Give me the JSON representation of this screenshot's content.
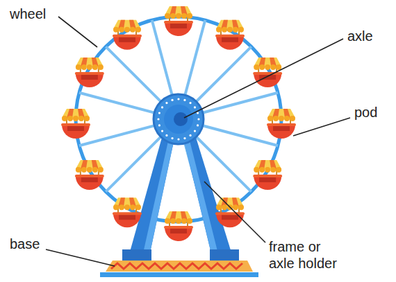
{
  "diagram": {
    "labels": [
      "wheel",
      "axle",
      "pod",
      "base",
      "frame or axle holder"
    ]
  }
}
